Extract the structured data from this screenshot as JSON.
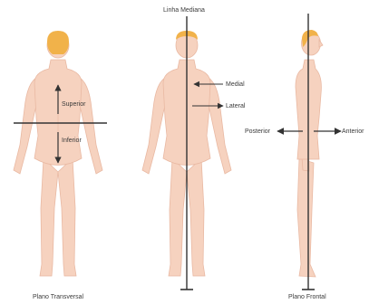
{
  "labels": {
    "median_line": "Linha Mediana",
    "superior": "Superior",
    "inferior": "Inferior",
    "medial": "Medial",
    "lateral": "Lateral",
    "posterior": "Posterior",
    "anterior": "Anterior",
    "transverse_plane": "Plano Transversal",
    "frontal_plane": "Plano Frontal"
  },
  "colors": {
    "skin": "#f6d2bf",
    "skin_shadow": "#e9b9a3",
    "hair": "#f1b24a",
    "line": "#333333"
  }
}
